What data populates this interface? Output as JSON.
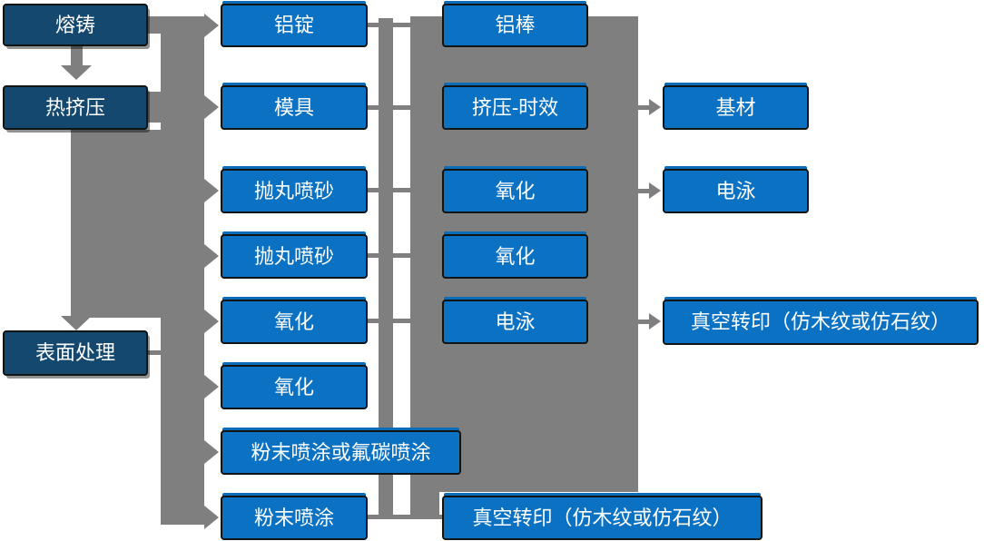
{
  "diagram_title": "",
  "colors": {
    "process_box_blue": "#0b71c3",
    "stage_box_dark_blue": "#15486f",
    "connector_gray": "#7f7f7f",
    "box_border": "#101412",
    "text": "#ffffff",
    "background": "#ffffff"
  },
  "nodes": {
    "melt_cast": "熔铸",
    "hot_extrusion": "热挤压",
    "surface_treatment": "表面处理",
    "al_ingot": "铝锭",
    "mold": "模具",
    "shot_blast_1": "抛丸喷砂",
    "shot_blast_2": "抛丸喷砂",
    "oxidation_c2_1": "氧化",
    "oxidation_c2_2": "氧化",
    "powder_or_fluorocarbon": "粉末喷涂或氟碳喷涂",
    "powder_coating": "粉末喷涂",
    "al_rod": "铝棒",
    "extrusion_aging": "挤压-时效",
    "oxidation_c3_1": "氧化",
    "oxidation_c3_2": "氧化",
    "electrophoresis_c3": "电泳",
    "vacuum_transfer_bottom": "真空转印（仿木纹或仿石纹）",
    "base_material": "基材",
    "electrophoresis_c4": "电泳",
    "vacuum_transfer_right": "真空转印（仿木纹或仿石纹）"
  }
}
